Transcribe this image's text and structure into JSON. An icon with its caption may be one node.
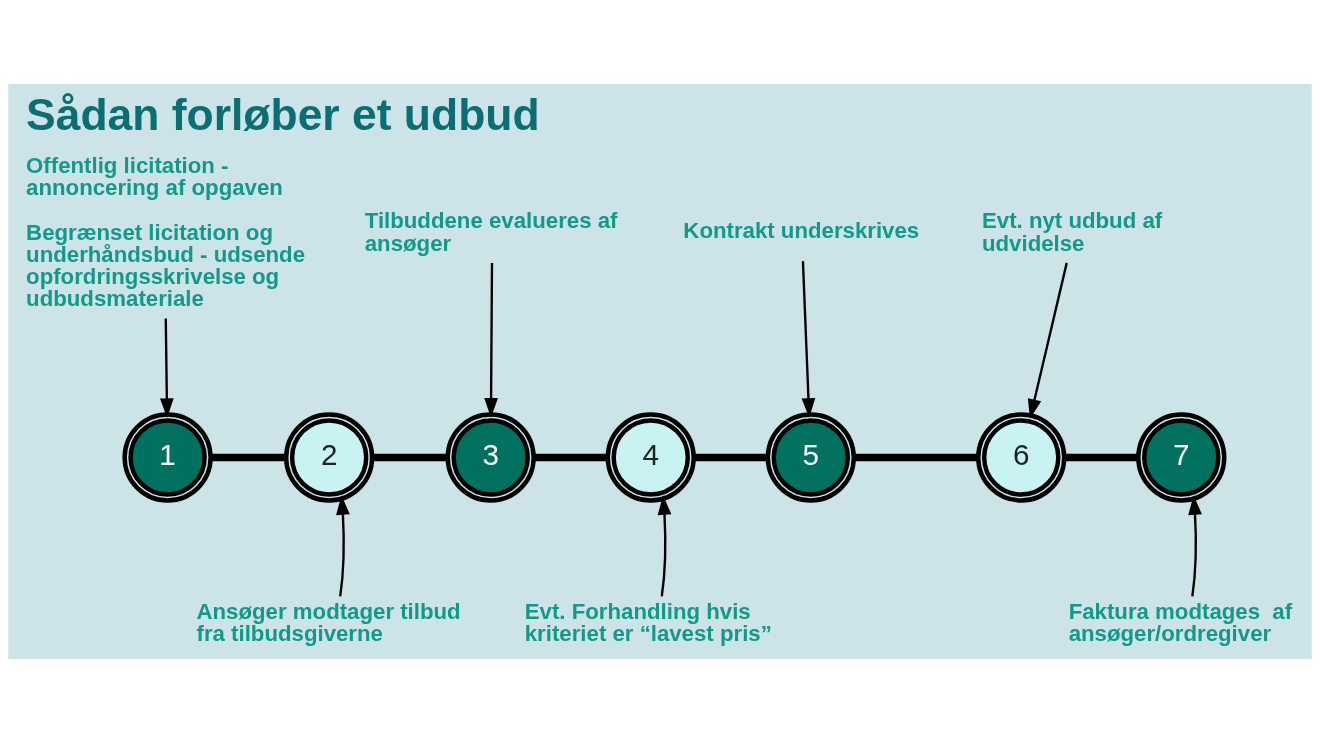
{
  "diagram": {
    "title": "Sådan forløber et udbud",
    "nodes": [
      {
        "text": [
          "1"
        ]
      },
      {
        "text": [
          "2"
        ]
      },
      {
        "text": [
          "3"
        ]
      },
      {
        "text": [
          "4"
        ]
      },
      {
        "text": [
          "5"
        ]
      },
      {
        "text": [
          "6"
        ]
      },
      {
        "text": [
          "7"
        ]
      },
      {
        "text": [
          "Offentlig licitation - annoncering af opgaven",
          "Begrænset licitation og underhåndsbud - udsende opfordringsskrivelse og udbudsmateriale"
        ]
      },
      {
        "text": [
          "Ansøger modtager tilbud fra tilbudsgiverne"
        ]
      },
      {
        "text": [
          "Tilbuddene evalueres af ansøger"
        ]
      },
      {
        "text": [
          "Evt. Forhandling hvis kriteriet er “lavest pris”"
        ]
      },
      {
        "text": [
          "Kontrakt underskrives"
        ]
      },
      {
        "text": [
          "Evt. nyt udbud af udvidelse"
        ]
      },
      {
        "text": [
          "Faktura modtages  af ansøger/ordregiver"
        ]
      }
    ],
    "edges": [
      {
        "from": 0,
        "to": 1,
        "arrow": "none",
        "style": "thick"
      },
      {
        "from": 1,
        "to": 2,
        "arrow": "none",
        "style": "thick"
      },
      {
        "from": 2,
        "to": 3,
        "arrow": "none",
        "style": "thick"
      },
      {
        "from": 3,
        "to": 4,
        "arrow": "none",
        "style": "thick"
      },
      {
        "from": 4,
        "to": 5,
        "arrow": "none",
        "style": "thick"
      },
      {
        "from": 5,
        "to": 6,
        "arrow": "none",
        "style": "thick"
      },
      {
        "from": 7,
        "to": 0,
        "arrow": "to"
      },
      {
        "from": 8,
        "to": 1,
        "arrow": "to"
      },
      {
        "from": 9,
        "to": 2,
        "arrow": "to"
      },
      {
        "from": 10,
        "to": 3,
        "arrow": "to"
      },
      {
        "from": 11,
        "to": 4,
        "arrow": "to"
      },
      {
        "from": 12,
        "to": 5,
        "arrow": "to"
      },
      {
        "from": 13,
        "to": 6,
        "arrow": "to"
      }
    ]
  }
}
